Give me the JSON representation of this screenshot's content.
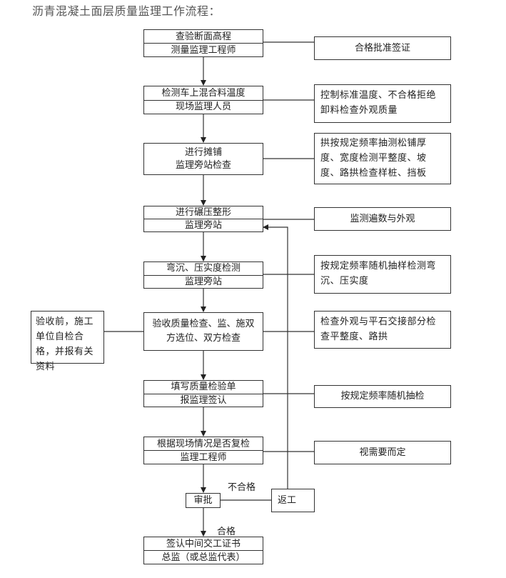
{
  "title": "沥青混凝土面层质量监理工作流程：",
  "colors": {
    "line": "#333333",
    "text": "#222222",
    "title": "#555555"
  },
  "steps": [
    {
      "line1": "查验断面高程",
      "line2": "测量监理工程师",
      "note": "合格批准签证"
    },
    {
      "line1": "检测车上混合料温度",
      "line2": "现场监理人员",
      "note": "控制标准温度、不合格拒绝卸料检查外观质量"
    },
    {
      "line1": "进行摊铺",
      "line2": "监理旁站检查",
      "note": "拱按规定频率抽测松铺厚度、宽度检测平整度、坡度、路拱检查样桩、挡板"
    },
    {
      "line1": "进行碾压整形",
      "line2": "监理旁站",
      "note": "监测遍数与外观"
    },
    {
      "line1": "弯沉、压实度检测",
      "line2": "监理旁站",
      "note": "按规定频率随机抽样检测弯沉、压实度"
    },
    {
      "line1": "验收质量检查、监、施双",
      "line2": "方选位、双方检查",
      "note": "检查外观与平石交接部分检查平整度、路拱",
      "left_note": "验收前，施工单位自检合格，并报有关资料"
    },
    {
      "line1": "填写质量检验单",
      "line2": "报监理签认",
      "note": "按规定频率随机抽检"
    },
    {
      "line1": "根据现场情况是否复检",
      "line2": "监理工程师",
      "note": "视需要而定"
    }
  ],
  "approval": {
    "label": "审批",
    "fail_label": "不合格",
    "rework_label": "返工",
    "pass_label": "合格"
  },
  "final": {
    "line1": "签认中间交工证书",
    "line2": "总监（或总监代表）"
  }
}
